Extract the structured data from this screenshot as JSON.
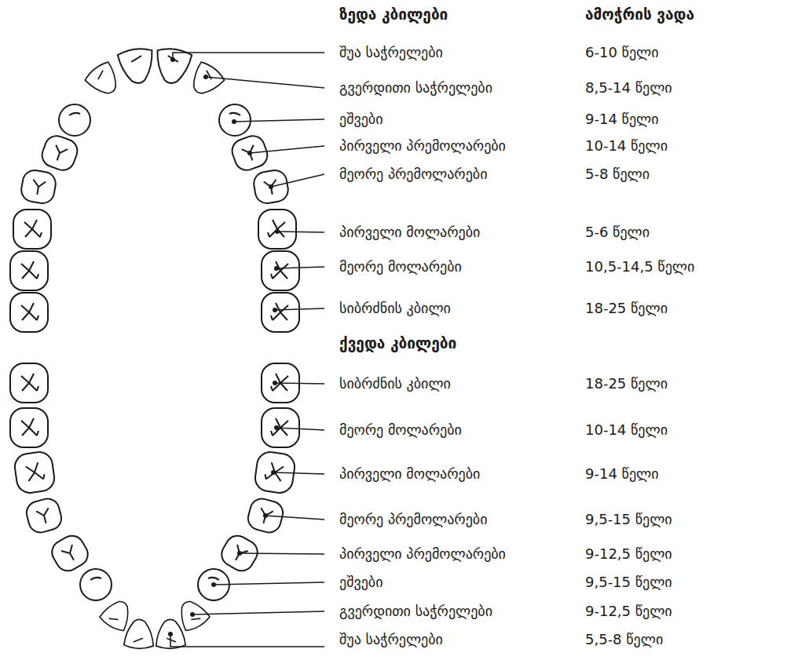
{
  "diagram": {
    "labels": [
      "ზედა კბილები",
      "ამოჭრის ვადა",
      "შუა საჭრელები",
      "6-10 წელი",
      "გვერდითი საჭრელები",
      "8,5-14 წელი",
      "ეშვები",
      "9-14 წელი",
      "პირველი პრემოლარები",
      "10-14 წელი",
      "მეორე პრემოლარები",
      "5-8 წელი",
      "პირველი მოლარები",
      "5-6 წელი",
      "მეორე მოლარები",
      "10,5-14,5 წელი",
      "სიბრძნის კბილი",
      "18-25 წელი",
      "ქვედა კბილები",
      "სიბრძნის კბილი",
      "18-25 წელი",
      "მეორე მოლარები",
      "10-14 წელი",
      "პირველი მოლარები",
      "9-14 წელი",
      "მეორე პრემოლარები",
      "9,5-15 წელი",
      "პირველი პრემოლარები",
      "9-12,5 წელი",
      "ეშვები",
      "9,5-15 წელი",
      "გვერდითი საჭრელები",
      "9-12,5 წელი",
      "შუა საჭრელები",
      "5,5-8 წელი"
    ]
  }
}
